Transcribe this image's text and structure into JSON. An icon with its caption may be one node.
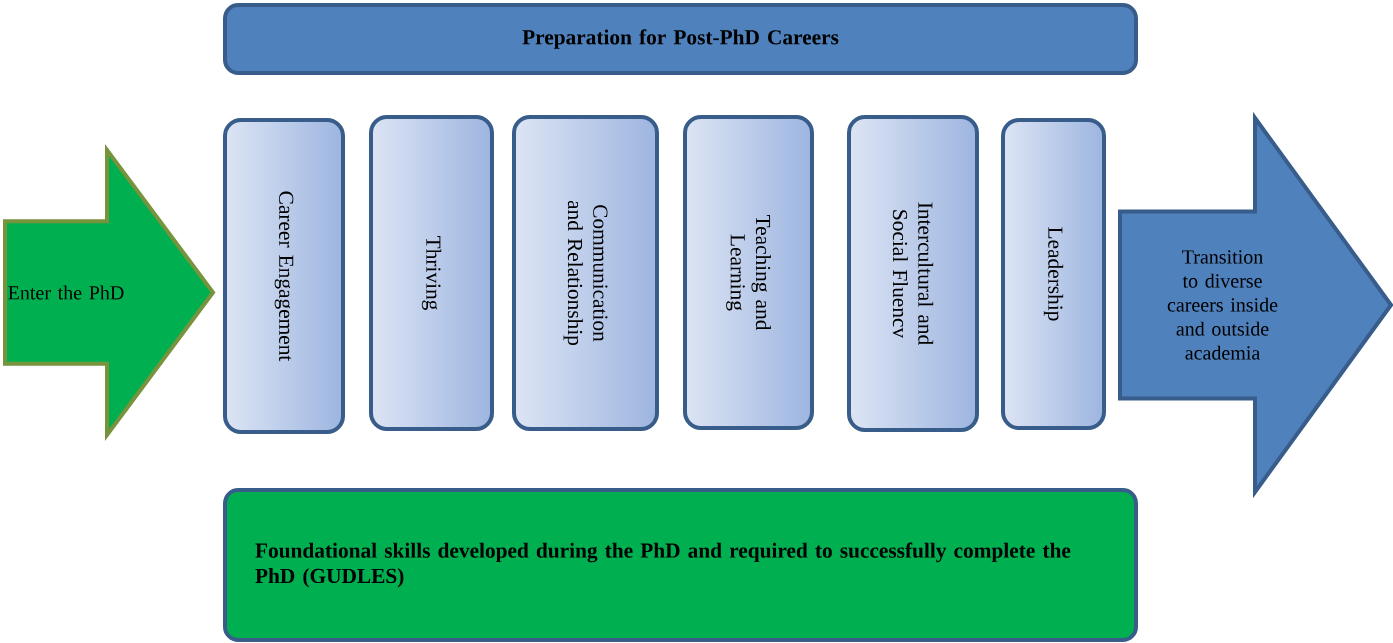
{
  "diagram": {
    "nodes": [
      {
        "text": [
          "Preparation for Post-PhD Careers"
        ]
      },
      {
        "text": [
          "Enter the PhD"
        ]
      },
      {
        "text": [
          "Career Engagement"
        ]
      },
      {
        "text": [
          "Thriving"
        ]
      },
      {
        "text": [
          "Communication and Relationship"
        ]
      },
      {
        "text": [
          "Teaching and Learning"
        ]
      },
      {
        "text": [
          "Intercultural and Social Fluencv"
        ]
      },
      {
        "text": [
          "Leadership"
        ]
      },
      {
        "text": [
          "Transition to diverse careers inside and outside academia"
        ]
      },
      {
        "text": [
          "Foundational skills developed during the PhD and required to successfully complete the PhD (GUDLES)"
        ]
      }
    ]
  }
}
